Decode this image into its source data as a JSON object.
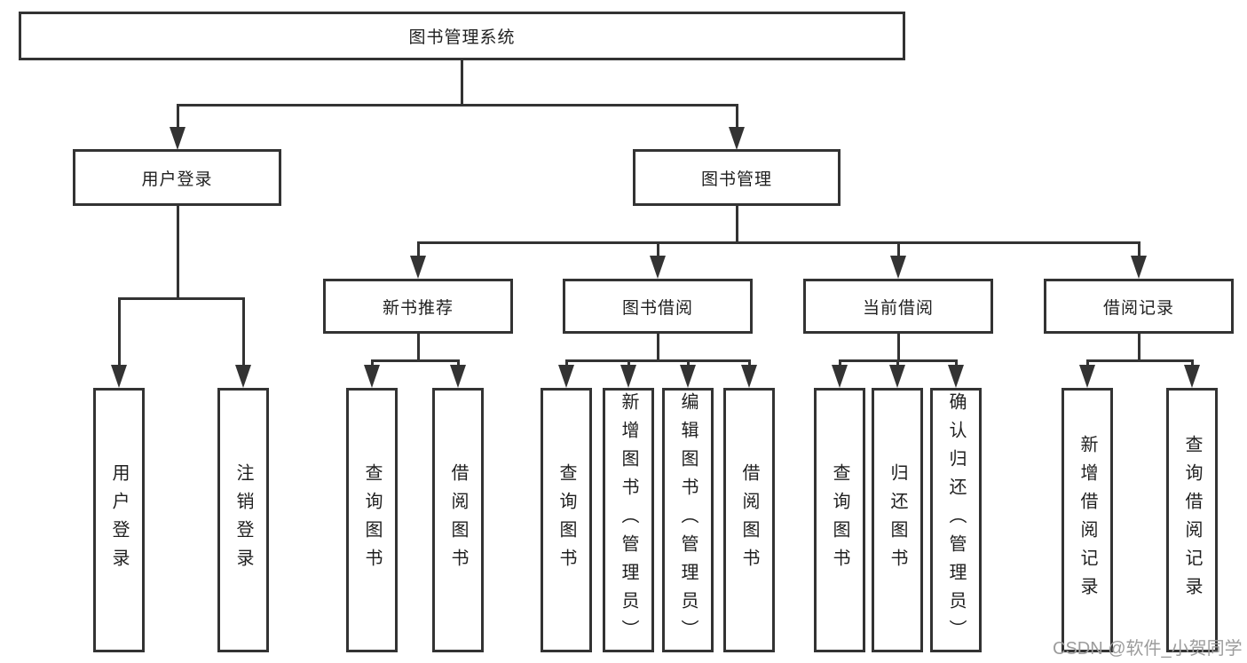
{
  "diagram": {
    "root": {
      "label": "图书管理系统"
    },
    "children": [
      {
        "label": "用户登录",
        "children": [
          {
            "label": "用户登录"
          },
          {
            "label": "注销登录"
          }
        ]
      },
      {
        "label": "图书管理",
        "children": [
          {
            "label": "新书推荐",
            "children": [
              {
                "label": "查询图书"
              },
              {
                "label": "借阅图书"
              }
            ]
          },
          {
            "label": "图书借阅",
            "children": [
              {
                "label": "查询图书"
              },
              {
                "label": "新增图书（管理员）"
              },
              {
                "label": "编辑图书（管理员）"
              },
              {
                "label": "借阅图书"
              }
            ]
          },
          {
            "label": "当前借阅",
            "children": [
              {
                "label": "查询图书"
              },
              {
                "label": "归还图书"
              },
              {
                "label": "确认归还（管理员）"
              }
            ]
          },
          {
            "label": "借阅记录",
            "children": [
              {
                "label": "新增借阅记录"
              },
              {
                "label": "查询借阅记录"
              }
            ]
          }
        ]
      }
    ]
  },
  "watermark": {
    "text": "CSDN @软件_小贺同学",
    "color": "#9c9c9c"
  },
  "colors": {
    "line": "#333333",
    "text": "#1f1f1f",
    "background": "#ffffff"
  }
}
